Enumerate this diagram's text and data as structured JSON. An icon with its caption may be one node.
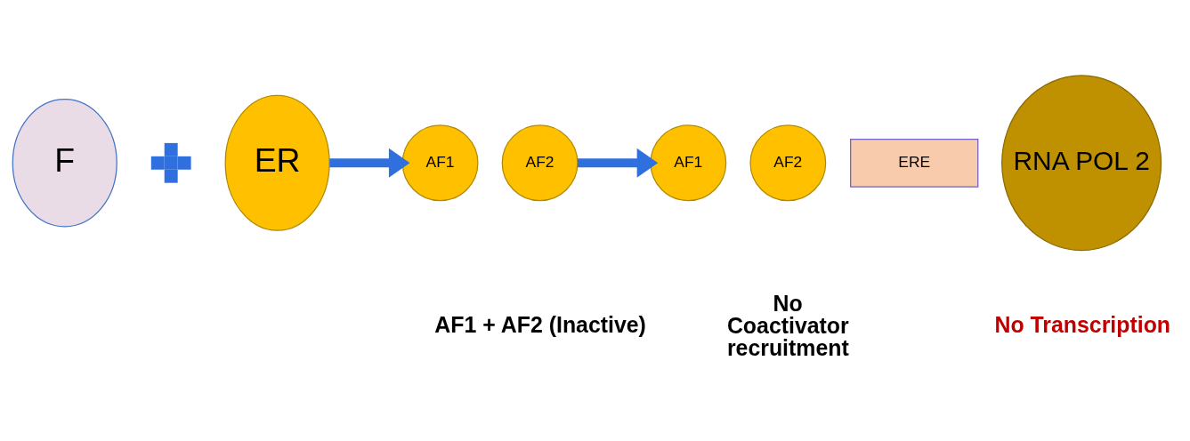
{
  "diagram": {
    "nodes": [
      {
        "text": [
          "F"
        ]
      },
      {
        "text": [],
        "shape": "cross"
      },
      {
        "text": [
          "ER"
        ]
      },
      {
        "text": [
          "AF1"
        ]
      },
      {
        "text": [
          "AF2"
        ]
      },
      {
        "text": [
          "AF1"
        ]
      },
      {
        "text": [
          "AF2"
        ]
      },
      {
        "text": [
          "ERE"
        ]
      },
      {
        "text": [
          "RNA POL 2"
        ]
      }
    ],
    "edges": [
      {
        "from": 2,
        "to": 3,
        "arrow": "to"
      },
      {
        "from": 4,
        "to": 5,
        "arrow": "to"
      }
    ],
    "labels": [
      "AF1 + AF2 (Inactive)",
      "No Coactivator recruitment",
      "No Transcription"
    ]
  }
}
